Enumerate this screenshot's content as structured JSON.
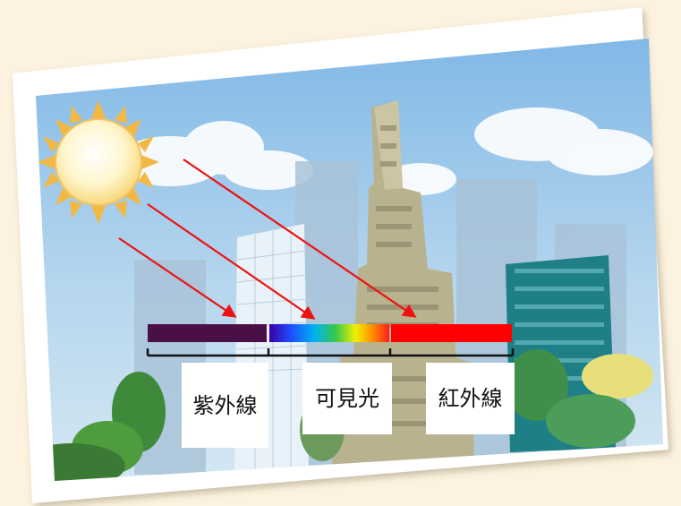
{
  "spectrum": {
    "bands": [
      {
        "label": "紫外線",
        "color": "#4b0f48"
      },
      {
        "label": "可見光",
        "colors": [
          "#3b00a6",
          "#1d4dff",
          "#00b4f0",
          "#36c84a",
          "#f0f000",
          "#ff8c00",
          "#ff1e1e"
        ]
      },
      {
        "label": "紅外線",
        "color": "#ff0000"
      }
    ]
  },
  "colors": {
    "background": "#fcf2df",
    "photo_border": "#ffffff",
    "sky": "#9fcaea",
    "sun_core": "#fff6cc",
    "sun_rays": "#f2b845",
    "arrow": "#ee1111",
    "bracket": "#111111",
    "building_stone": "#b9b28f",
    "building_teal": "#1f7f86"
  },
  "icons": {
    "sun": "sun-icon"
  }
}
